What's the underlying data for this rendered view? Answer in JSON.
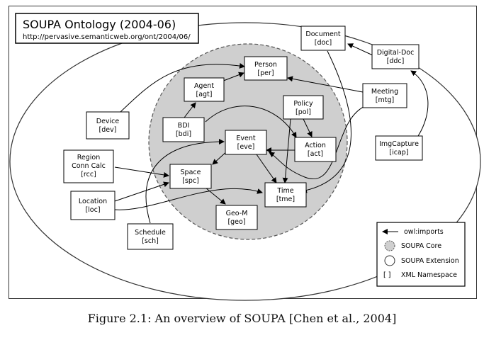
{
  "title": {
    "main": "SOUPA Ontology (2004-06)",
    "url": "http://pervasive.semanticweb.org/ont/2004/06/"
  },
  "nodes": {
    "document": {
      "name": "Document",
      "ns": "[doc]"
    },
    "digital_doc": {
      "name": "Digital-Doc",
      "ns": "[ddc]"
    },
    "person": {
      "name": "Person",
      "ns": "[per]"
    },
    "agent": {
      "name": "Agent",
      "ns": "[agt]"
    },
    "meeting": {
      "name": "Meeting",
      "ns": "[mtg]"
    },
    "policy": {
      "name": "Policy",
      "ns": "[pol]"
    },
    "device": {
      "name": "Device",
      "ns": "[dev]"
    },
    "bdi": {
      "name": "BDI",
      "ns": "[bdi]"
    },
    "event": {
      "name": "Event",
      "ns": "[eve]"
    },
    "action": {
      "name": "Action",
      "ns": "[act]"
    },
    "img_capture": {
      "name": "ImgCapture",
      "ns": "[icap]"
    },
    "region": {
      "name": "Region",
      "name2": "Conn Calc",
      "ns": "[rcc]"
    },
    "space": {
      "name": "Space",
      "ns": "[spc]"
    },
    "location": {
      "name": "Location",
      "ns": "[loc]"
    },
    "time": {
      "name": "Time",
      "ns": "[tme]"
    },
    "geo_m": {
      "name": "Geo-M",
      "ns": "[geo]"
    },
    "schedule": {
      "name": "Schedule",
      "ns": "[sch]"
    }
  },
  "legend": {
    "imports": "owl:imports",
    "core": "SOUPA Core",
    "extension": "SOUPA Extension",
    "namespace_symbol": "[ ]",
    "namespace": "XML Namespace"
  },
  "caption": "Figure 2.1: An overview of SOUPA [Chen et al., 2004]"
}
